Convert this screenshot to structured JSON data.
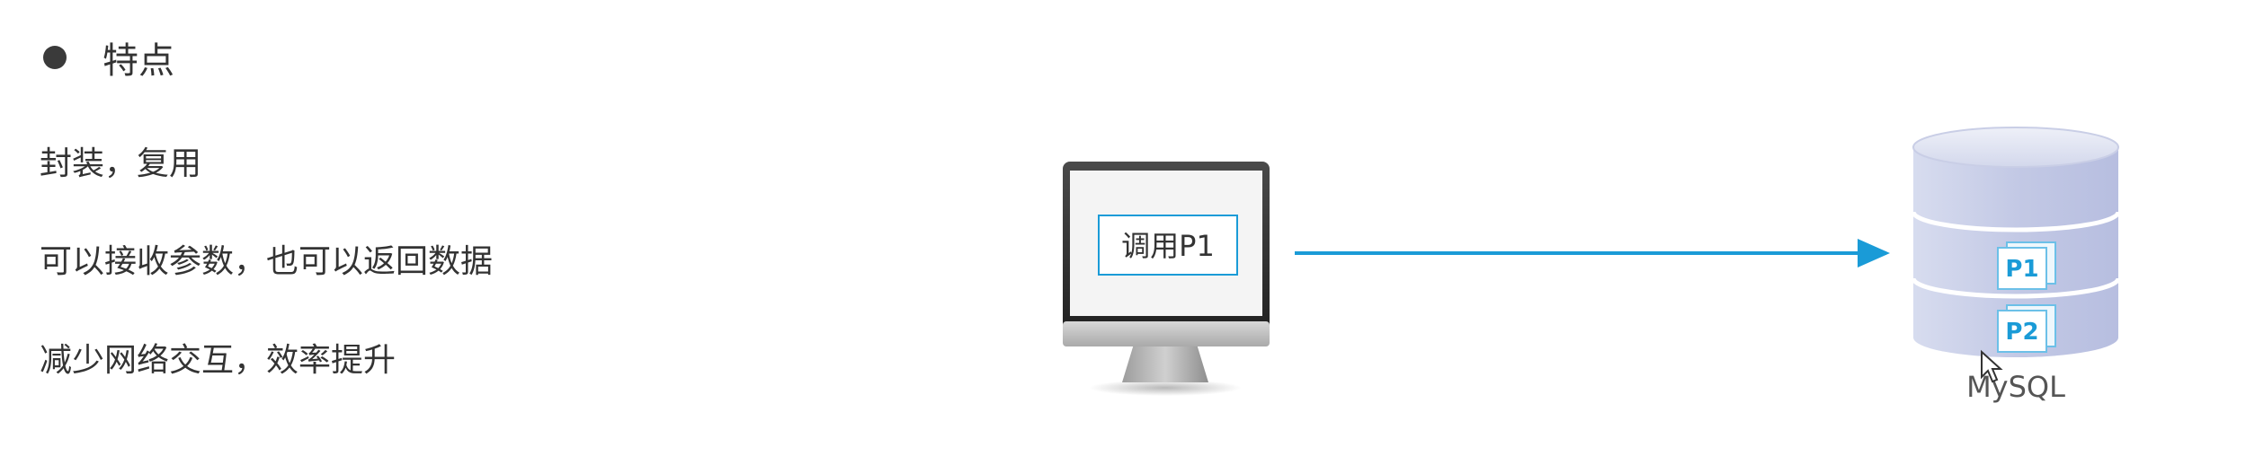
{
  "section": {
    "heading": "特点",
    "points": [
      "封装，复用",
      "可以接收参数，也可以返回数据",
      "减少网络交互，效率提升"
    ]
  },
  "diagram": {
    "client_label": "调用P1",
    "database_label": "MySQL",
    "procedures": [
      "P1",
      "P2"
    ],
    "arrow_color": "#1a9bd7"
  }
}
